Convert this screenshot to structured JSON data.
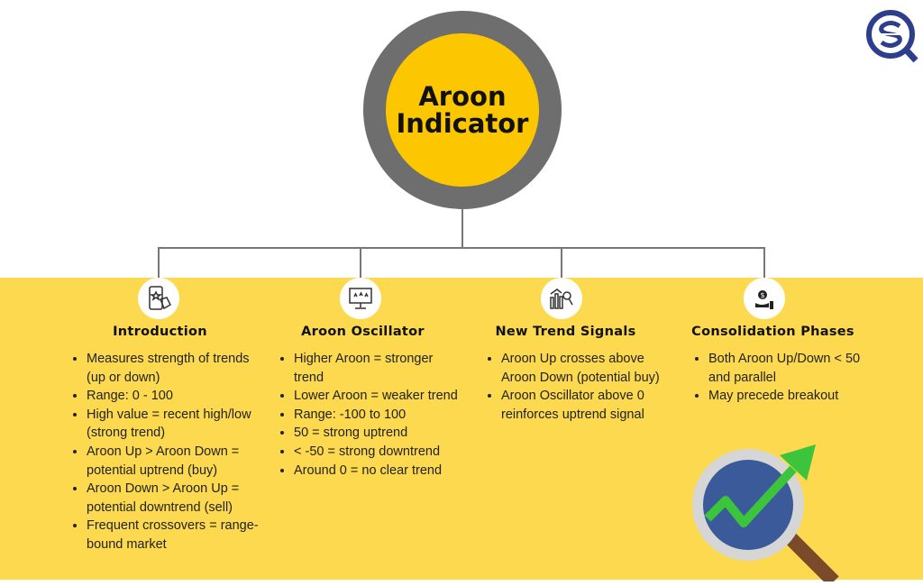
{
  "title": "Aroon Indicator",
  "title_lines": [
    "Aroon",
    "Indicator"
  ],
  "colors": {
    "background_top": "#ffffff",
    "background_bottom": "#fcd94e",
    "ring": "#6e6e6e",
    "center": "#fdc700",
    "arrow": "#3cc43c",
    "lens": "#3a5a9a"
  },
  "sections": [
    {
      "icon": "mobile-rating-icon",
      "heading": "Introduction",
      "items": [
        "Measures strength of trends (up or down)",
        "Range: 0 - 100",
        "High value = recent high/low (strong trend)",
        "Aroon Up > Aroon Down = potential uptrend (buy)",
        "Aroon Down > Aroon Up = potential downtrend (sell)",
        "Frequent crossovers = range-bound market"
      ]
    },
    {
      "icon": "monitor-stars-icon",
      "heading": "Aroon Oscillator",
      "items": [
        "Higher Aroon = stronger trend",
        "Lower Aroon = weaker trend",
        "Range: -100 to 100",
        "50 = strong uptrend",
        "< -50 = strong downtrend",
        "Around 0 = no clear trend"
      ]
    },
    {
      "icon": "bar-chart-magnifier-icon",
      "heading": "New Trend Signals",
      "items": [
        "Aroon Up crosses above Aroon Down (potential buy)",
        "Aroon Oscillator above 0 reinforces uptrend signal"
      ]
    },
    {
      "icon": "hand-coin-icon",
      "heading": "Consolidation Phases",
      "items": [
        "Both Aroon Up/Down < 50 and parallel",
        "May precede breakout"
      ]
    }
  ]
}
